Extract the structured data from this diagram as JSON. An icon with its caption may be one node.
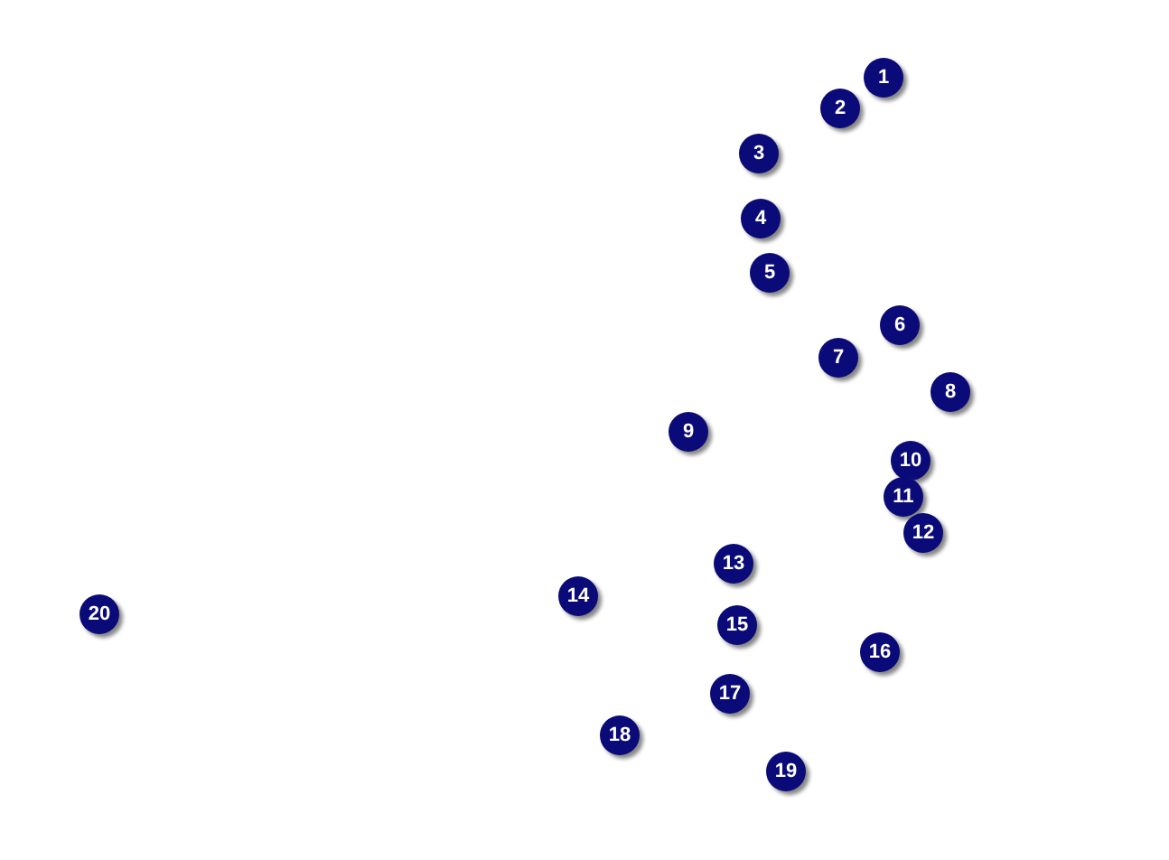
{
  "diagram": {
    "labels": [
      "1",
      "2",
      "3",
      "4",
      "5",
      "6",
      "7",
      "8",
      "9",
      "10",
      "11",
      "12",
      "13",
      "14",
      "15",
      "16",
      "17",
      "18",
      "19",
      "20"
    ]
  }
}
